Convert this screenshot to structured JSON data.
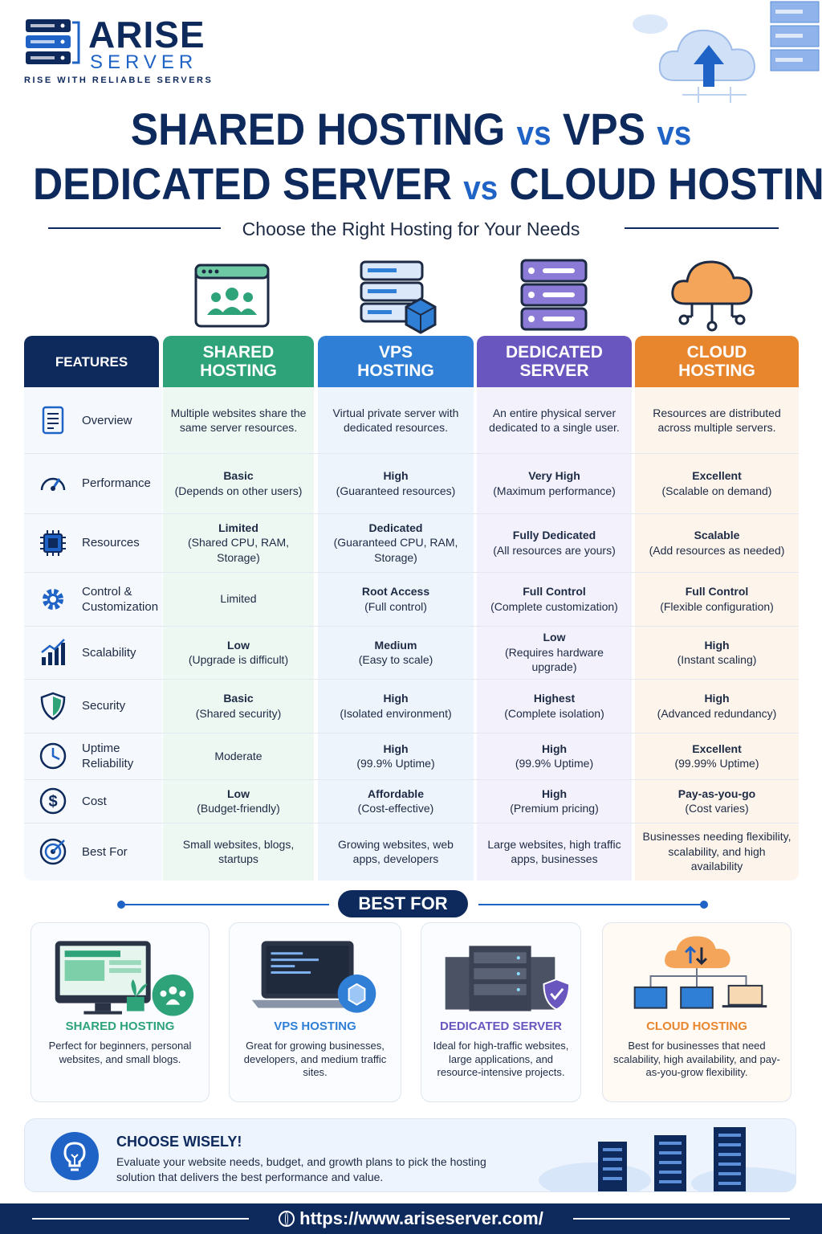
{
  "brand": {
    "name": "ARISE",
    "sub": "SERVER",
    "tagline": "RISE WITH RELIABLE SERVERS"
  },
  "title": {
    "line1_a": "SHARED HOSTING",
    "line1_vs1": "vs",
    "line1_b": "VPS",
    "line1_vs2": "vs",
    "line2_a": "DEDICATED SERVER",
    "line2_vs": "vs",
    "line2_b": "CLOUD HOSTING"
  },
  "subtitle": "Choose the Right Hosting for Your Needs",
  "colors": {
    "navy": "#0e2a5c",
    "blue": "#1e63c5",
    "shared": "#2ea37a",
    "vps": "#2f7fd6",
    "dedicated": "#6a56bf",
    "cloud": "#e8862e"
  },
  "table": {
    "features_header": "FEATURES",
    "columns": [
      {
        "l1": "SHARED",
        "l2": "HOSTING",
        "icon": "shared-hosting-icon"
      },
      {
        "l1": "VPS",
        "l2": "HOSTING",
        "icon": "vps-server-icon"
      },
      {
        "l1": "DEDICATED",
        "l2": "SERVER",
        "icon": "dedicated-server-icon"
      },
      {
        "l1": "CLOUD",
        "l2": "HOSTING",
        "icon": "cloud-hosting-icon"
      }
    ],
    "rows": [
      {
        "feature": "Overview",
        "icon": "document-icon",
        "cells": [
          {
            "bold": "",
            "rest": "Multiple websites share the same server resources."
          },
          {
            "bold": "",
            "rest": "Virtual private server with dedicated resources."
          },
          {
            "bold": "",
            "rest": "An entire physical server dedicated to a single user."
          },
          {
            "bold": "",
            "rest": "Resources are distributed across multiple servers."
          }
        ]
      },
      {
        "feature": "Performance",
        "icon": "speedometer-icon",
        "cells": [
          {
            "bold": "Basic",
            "rest": "(Depends on other users)"
          },
          {
            "bold": "High",
            "rest": "(Guaranteed resources)"
          },
          {
            "bold": "Very High",
            "rest": "(Maximum performance)"
          },
          {
            "bold": "Excellent",
            "rest": "(Scalable on demand)"
          }
        ]
      },
      {
        "feature": "Resources",
        "icon": "cpu-chip-icon",
        "cells": [
          {
            "bold": "Limited",
            "rest": "(Shared CPU, RAM, Storage)"
          },
          {
            "bold": "Dedicated",
            "rest": "(Guaranteed CPU, RAM, Storage)"
          },
          {
            "bold": "Fully Dedicated",
            "rest": "(All resources are yours)"
          },
          {
            "bold": "Scalable",
            "rest": "(Add resources as needed)"
          }
        ]
      },
      {
        "feature": "Control & Customization",
        "icon": "gear-icon",
        "cells": [
          {
            "bold": "",
            "rest": "Limited"
          },
          {
            "bold": "Root Access",
            "rest": "(Full control)"
          },
          {
            "bold": "Full Control",
            "rest": "(Complete customization)"
          },
          {
            "bold": "Full Control",
            "rest": "(Flexible configuration)"
          }
        ]
      },
      {
        "feature": "Scalability",
        "icon": "growth-chart-icon",
        "cells": [
          {
            "bold": "Low",
            "rest": "(Upgrade is difficult)"
          },
          {
            "bold": "Medium",
            "rest": "(Easy to scale)"
          },
          {
            "bold": "Low",
            "rest": "(Requires hardware upgrade)"
          },
          {
            "bold": "High",
            "rest": "(Instant scaling)"
          }
        ]
      },
      {
        "feature": "Security",
        "icon": "shield-icon",
        "cells": [
          {
            "bold": "Basic",
            "rest": "(Shared security)"
          },
          {
            "bold": "High",
            "rest": "(Isolated environment)"
          },
          {
            "bold": "Highest",
            "rest": "(Complete isolation)"
          },
          {
            "bold": "High",
            "rest": "(Advanced redundancy)"
          }
        ]
      },
      {
        "feature": "Uptime Reliability",
        "icon": "clock-icon",
        "cells": [
          {
            "bold": "",
            "rest": "Moderate"
          },
          {
            "bold": "High",
            "rest": "(99.9% Uptime)"
          },
          {
            "bold": "High",
            "rest": "(99.9% Uptime)"
          },
          {
            "bold": "Excellent",
            "rest": "(99.99% Uptime)"
          }
        ]
      },
      {
        "feature": "Cost",
        "icon": "dollar-icon",
        "cells": [
          {
            "bold": "Low",
            "rest": "(Budget-friendly)"
          },
          {
            "bold": "Affordable",
            "rest": "(Cost-effective)"
          },
          {
            "bold": "High",
            "rest": "(Premium pricing)"
          },
          {
            "bold": "Pay-as-you-go",
            "rest": "(Cost varies)"
          }
        ]
      },
      {
        "feature": "Best For",
        "icon": "target-icon",
        "cells": [
          {
            "bold": "",
            "rest": "Small websites, blogs, startups"
          },
          {
            "bold": "",
            "rest": "Growing websites, web apps, developers"
          },
          {
            "bold": "",
            "rest": "Large websites, high traffic apps, businesses"
          },
          {
            "bold": "",
            "rest": "Businesses needing flexibility, scalability, and high availability"
          }
        ]
      }
    ]
  },
  "best_for": {
    "label": "BEST FOR",
    "cards": [
      {
        "title": "SHARED HOSTING",
        "desc": "Perfect for beginners, personal websites, and small blogs.",
        "icon": "desktop-website-icon"
      },
      {
        "title": "VPS HOSTING",
        "desc": "Great for growing businesses, developers, and medium traffic sites.",
        "icon": "laptop-code-icon"
      },
      {
        "title": "DEDICATED SERVER",
        "desc": "Ideal for high-traffic websites, large applications, and resource-intensive projects.",
        "icon": "server-rack-shield-icon"
      },
      {
        "title": "CLOUD HOSTING",
        "desc": "Best for businesses that need scalability, high availability, and pay-as-you-grow flexibility.",
        "icon": "cloud-devices-icon"
      }
    ]
  },
  "wisely": {
    "title": "CHOOSE WISELY!",
    "text": "Evaluate your website needs, budget, and growth plans to pick the hosting solution that delivers the best performance and value."
  },
  "footer": {
    "url": "https://www.ariseserver.com/"
  }
}
